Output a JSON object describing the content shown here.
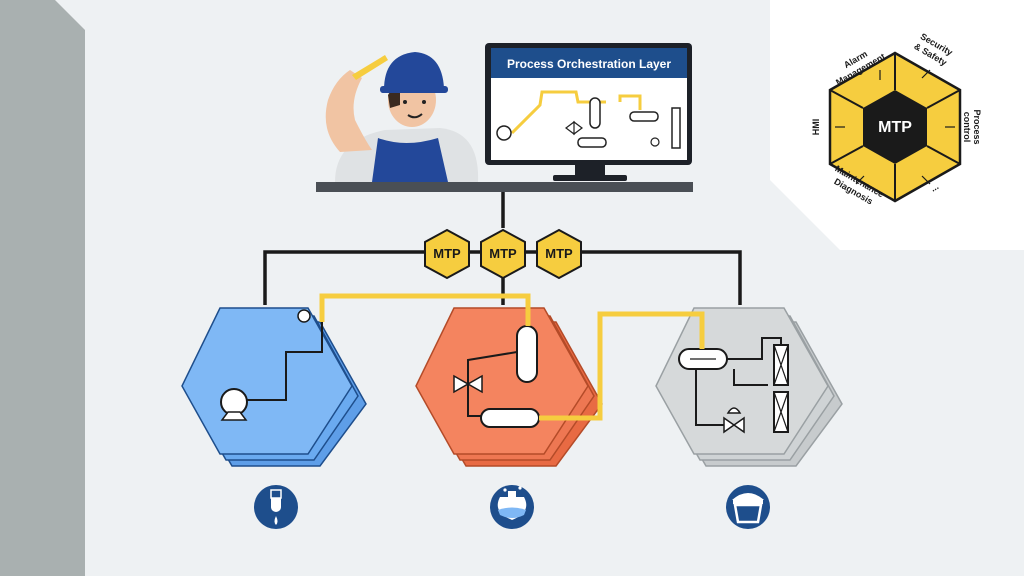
{
  "monitor": {
    "title": "Process Orchestration Layer"
  },
  "mtp_badges": [
    "MTP",
    "MTP",
    "MTP"
  ],
  "mtp_wheel": {
    "center": "MTP",
    "segments": [
      "Alarm Management",
      "Security & Safety",
      "Process control",
      "...",
      "Maintenance Diagnosis",
      "HMI"
    ]
  },
  "colors": {
    "background": "#eef1f3",
    "left_bar": "#a9b0b0",
    "hub_yellow": "#f6cd3f",
    "module_blue": "#7fb8f5",
    "module_orange": "#f4845f",
    "module_gray": "#d6d9da",
    "icon_navy": "#1e4e8c",
    "monitor_header": "#1e4e8c",
    "wire_black": "#1a1a1a"
  },
  "modules": [
    {
      "icon": "sample-tube-icon"
    },
    {
      "icon": "flask-icon"
    },
    {
      "icon": "face-shield-icon"
    }
  ]
}
